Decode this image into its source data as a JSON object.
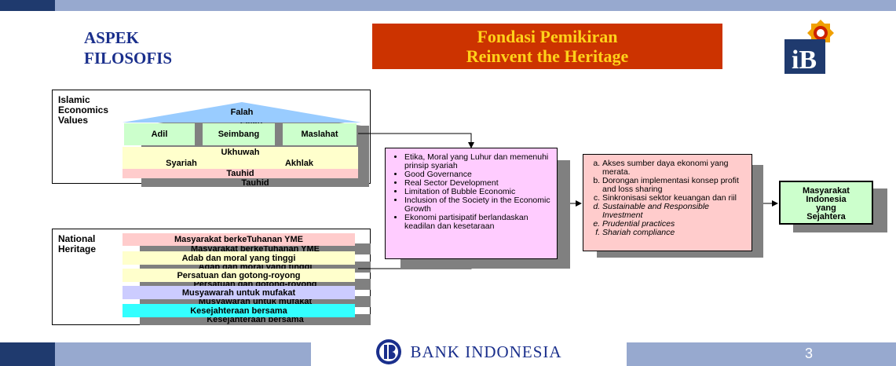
{
  "slide": {
    "title_left": [
      "ASPEK",
      "FILOSOFIS"
    ],
    "title_box": [
      "Fondasi Pemikiran",
      "Reinvent the Heritage"
    ],
    "logo_text": "iB",
    "page_number": "3"
  },
  "islamic": {
    "label": "Islamic\nEconomics\nValues",
    "roof": "Falah",
    "pillars": [
      "Adil",
      "Seimbang",
      "Maslahat"
    ],
    "ukhuwah": "Ukhuwah",
    "syariah": "Syariah",
    "akhlak": "Akhlak",
    "tauhid": "Tauhid"
  },
  "national": {
    "label": "National\nHeritage",
    "items": [
      "Masyarakat berkeTuhanan YME",
      "Adab dan moral yang tinggi",
      "Persatuan dan gotong-royong",
      "Musyawarah untuk mufakat",
      "Kesejahteraan bersama"
    ]
  },
  "middle_box": {
    "items": [
      "Etika, Moral yang Luhur dan memenuhi prinsip syariah",
      "Good Governance",
      "Real Sector Development",
      "Limitation of Bubble Economic",
      "Inclusion of the Society in the Economic Growth",
      "Ekonomi partisipatif berlandaskan keadilan dan kesetaraan"
    ]
  },
  "right_box": {
    "items": [
      "Akses sumber daya ekonomi yang merata.",
      "Dorongan implementasi konsep profit and loss sharing",
      "Sinkronisasi sektor keuangan dan riil",
      "Sustainable and Responsible Investment",
      "Prudential practices",
      "Shariah compliance"
    ]
  },
  "outcome": {
    "lines": [
      "Masyarakat",
      "Indonesia",
      "yang",
      "Sejahtera"
    ]
  },
  "footer": {
    "brand": "BANK INDONESIA"
  },
  "colors": {
    "header_dark": "#1f3a6e",
    "header_light": "#97a9cf",
    "title_box_bg": "#cc3300",
    "title_box_text": "#ffd21a",
    "roof": "#99ccff",
    "pillar": "#ccffcc",
    "band": "#ffffcc",
    "tauhid": "#ffcccc",
    "middle_box": "#ffccff",
    "right_box": "#ffcccc",
    "outcome": "#ccffcc",
    "nh_1": "#ffcccc",
    "nh_2": "#ffffcc",
    "nh_3": "#ffffcc",
    "nh_4": "#ccccff",
    "nh_5": "#33ffff"
  }
}
